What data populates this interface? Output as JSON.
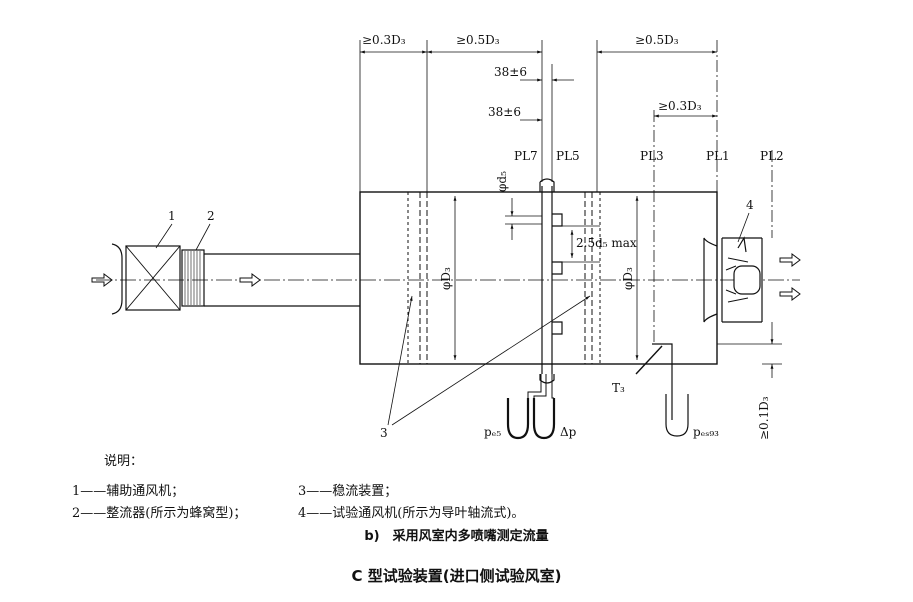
{
  "diagram": {
    "dims": {
      "d1": "≥0.3D₃",
      "d2": "≥0.5D₃",
      "d3": "≥0.5D₃",
      "d4": "38±6",
      "d5": "38±6",
      "d6": "≥0.3D₃",
      "d7": "2.5d₅ max",
      "d8": "≥0.1D₃"
    },
    "planes": {
      "pl7": "PL7",
      "pl5": "PL5",
      "pl3": "PL3",
      "pl1": "PL1",
      "pl2": "PL2"
    },
    "labels": {
      "item1": "1",
      "item2": "2",
      "item3": "3",
      "item4": "4",
      "phi_d5": "φd₅",
      "phi_D3_a": "φD₃",
      "phi_D3_b": "φD₃",
      "t3": "T₃",
      "p_e5": "pₑ₅",
      "delta_p": "Δp",
      "p_esg3": "pₑₛ₉₃"
    }
  },
  "legend": {
    "title": "说明：",
    "items": [
      "1——辅助通风机；",
      "3——稳流装置；",
      "2——整流器(所示为蜂窝型)；",
      "4——试验通风机(所示为导叶轴流式)。"
    ]
  },
  "subcaption": "b)　采用风室内多喷嘴测定流量",
  "caption": "C 型试验装置(进口侧试验风室)"
}
